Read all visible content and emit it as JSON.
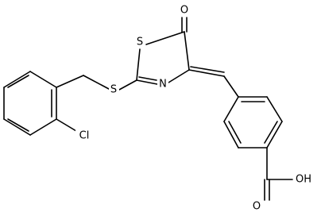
{
  "diagram": {
    "atom_labels": {
      "oxo_oxygen": "O",
      "ring_sulfur": "S",
      "ring_nitrogen": "N",
      "thioether_sulfur": "S",
      "chlorine": "Cl",
      "carbonyl_oxygen": "O",
      "hydroxyl": "OH"
    },
    "colors": {
      "bond": "#000000",
      "label": "#000000",
      "background": "#ffffff"
    }
  }
}
